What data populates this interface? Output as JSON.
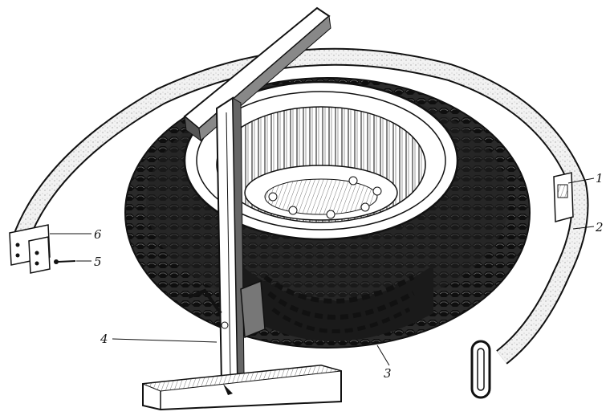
{
  "figure": {
    "callouts": [
      {
        "id": "1",
        "label": "1"
      },
      {
        "id": "2",
        "label": "2"
      },
      {
        "id": "3",
        "label": "3"
      },
      {
        "id": "4",
        "label": "4"
      },
      {
        "id": "5",
        "label": "5"
      },
      {
        "id": "6",
        "label": "6"
      }
    ],
    "colors": {
      "ink": "#111111",
      "paper": "#ffffff",
      "rubber_dark": "#1a1a1a",
      "rubber_mid": "#3a3a3a"
    }
  }
}
